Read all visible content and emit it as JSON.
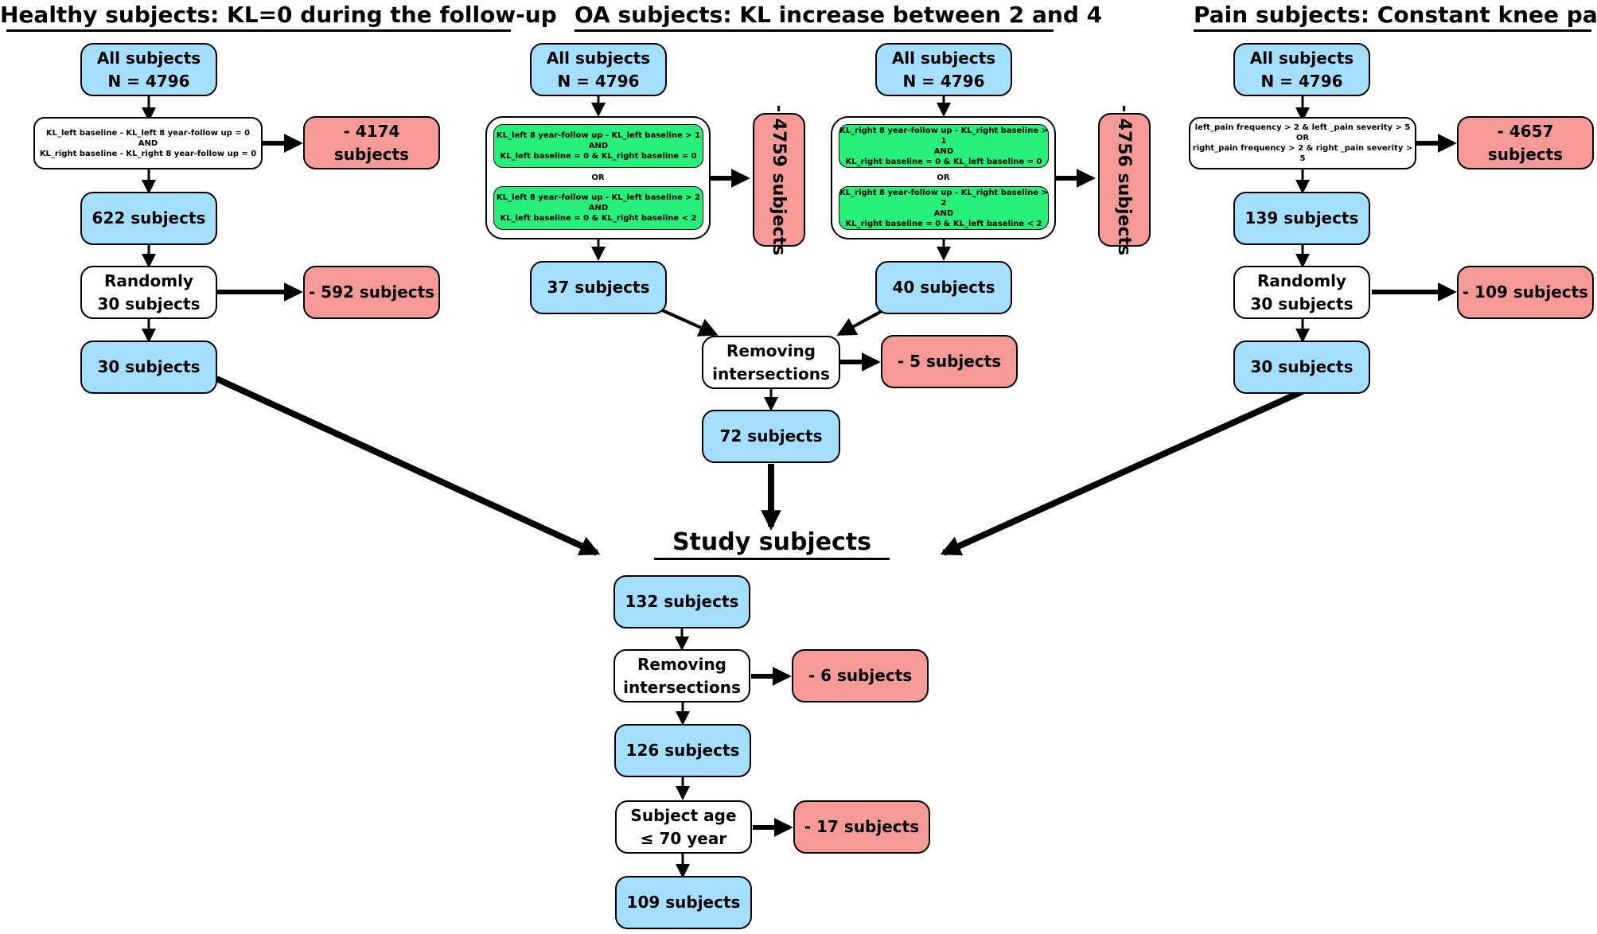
{
  "titles": {
    "healthy": "Healthy subjects: KL=0 during the follow-up",
    "oa": "OA subjects: KL increase between 2 and 4",
    "pain": "Pain subjects: Constant knee pain",
    "study": "Study subjects"
  },
  "healthy": {
    "all_line1": "All subjects",
    "all_line2": "N = 4796",
    "crit_line1": "KL_left baseline - KL_left  8 year-follow up = 0",
    "crit_line2": "AND",
    "crit_line3": "KL_right baseline - KL_right  8 year-follow up = 0",
    "excl1": "- 4174 subjects",
    "n1": "622 subjects",
    "rand_line1": "Randomly",
    "rand_line2": "30 subjects",
    "excl2": "- 592 subjects",
    "final": "30 subjects"
  },
  "oa_left": {
    "all_line1": "All subjects",
    "all_line2": "N = 4796",
    "g1_line1": "KL_left  8 year-follow up - KL_left baseline > 1",
    "g1_line2": "AND",
    "g1_line3": "KL_left baseline = 0  &  KL_right baseline = 0",
    "or": "OR",
    "g2_line1": "KL_left  8 year-follow up - KL_left baseline > 2",
    "g2_line2": "AND",
    "g2_line3": "KL_left baseline = 0  &   KL_right baseline < 2",
    "excl": "- 4759 subjects",
    "final": "37 subjects"
  },
  "oa_right": {
    "all_line1": "All subjects",
    "all_line2": "N = 4796",
    "g1_line1": "KL_right  8 year-follow up - KL_right baseline > 1",
    "g1_line2": "AND",
    "g1_line3": "KL_right baseline = 0  &  KL_left baseline = 0",
    "or": "OR",
    "g2_line1": "KL_right  8 year-follow up - KL_right baseline > 2",
    "g2_line2": "AND",
    "g2_line3": "KL_right baseline = 0   &   KL_left baseline < 2",
    "excl": "- 4756 subjects",
    "final": "40 subjects"
  },
  "oa_merge": {
    "remove_line1": "Removing",
    "remove_line2": "intersections",
    "excl": "- 5 subjects",
    "final": "72 subjects"
  },
  "pain": {
    "all_line1": "All subjects",
    "all_line2": "N = 4796",
    "crit_line1": "left_pain frequency > 2 & left _pain severity > 5",
    "crit_line2": "OR",
    "crit_line3": "right_pain frequency > 2 & right _pain severity > 5",
    "excl1": "- 4657 subjects",
    "n1": "139 subjects",
    "rand_line1": "Randomly",
    "rand_line2": "30 subjects",
    "excl2": "- 109 subjects",
    "final": "30 subjects"
  },
  "study": {
    "total": "132 subjects",
    "remove_line1": "Removing",
    "remove_line2": "intersections",
    "excl1": "- 6 subjects",
    "n1": "126 subjects",
    "age_line1": "Subject age",
    "age_line2": "≤ 70 year",
    "excl2": "- 17 subjects",
    "final": "109 subjects"
  },
  "colors": {
    "blue_box": "#a4dfff",
    "red_box": "#f59a96",
    "green_box": "#26f07a",
    "arrow": "#000000"
  }
}
